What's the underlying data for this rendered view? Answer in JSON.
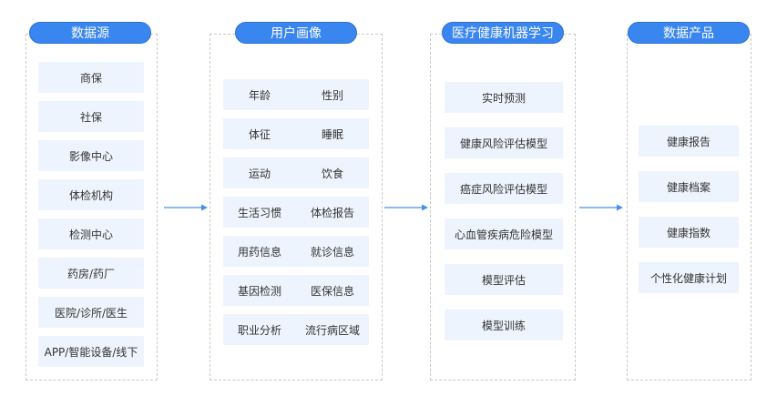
{
  "columns": [
    {
      "title": "数据源",
      "items": [
        "商保",
        "社保",
        "影像中心",
        "体检机构",
        "检测中心",
        "药房/药厂",
        "医院/诊所/医生",
        "APP/智能设备/线下"
      ]
    },
    {
      "title": "用户画像",
      "pairs": [
        [
          "年龄",
          "性别"
        ],
        [
          "体征",
          "睡眠"
        ],
        [
          "运动",
          "饮食"
        ],
        [
          "生活习惯",
          "体检报告"
        ],
        [
          "用药信息",
          "就诊信息"
        ],
        [
          "基因检测",
          "医保信息"
        ],
        [
          "职业分析",
          "流行病区域"
        ]
      ]
    },
    {
      "title": "医疗健康机器学习",
      "items": [
        "实时预测",
        "健康风险评估模型",
        "癌症风险评估模型",
        "心血管疾病危险模型",
        "模型评估",
        "模型训练"
      ]
    },
    {
      "title": "数据产品",
      "items": [
        "健康报告",
        "健康档案",
        "健康指数",
        "个性化健康计划"
      ]
    }
  ],
  "colors": {
    "accent": "#3a86f0",
    "item_bg": "#eef4fd",
    "dashed_border": "#c8c8c8",
    "arrow": "#4a8fe8"
  }
}
